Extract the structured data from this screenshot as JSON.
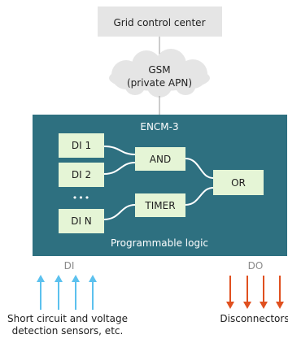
{
  "control_center": {
    "label": "Grid control center"
  },
  "network": {
    "line1": "GSM",
    "line2": "(private APN)"
  },
  "device": {
    "title": "ENCM-3",
    "footer": "Programmable logic",
    "inputs": [
      "DI 1",
      "DI 2",
      "DI N"
    ],
    "ellipsis": "•••",
    "gates": {
      "and": "AND",
      "timer": "TIMER",
      "or": "OR"
    }
  },
  "io": {
    "di_label": "DI",
    "do_label": "DO",
    "di_caption_line1": "Short circuit and voltage",
    "di_caption_line2": "detection sensors, etc.",
    "do_caption": "Disconnectors"
  },
  "colors": {
    "panel": "#2e7080",
    "box": "#e5f5d6",
    "header_box": "#e5e5e5",
    "wire": "#ffffff",
    "di_arrow": "#5cc1ee",
    "do_arrow": "#e0501f",
    "line": "#9a9a9a",
    "text": "#1e1e1e",
    "panel_text": "#ffffff",
    "io_text": "#8a8a8a"
  }
}
